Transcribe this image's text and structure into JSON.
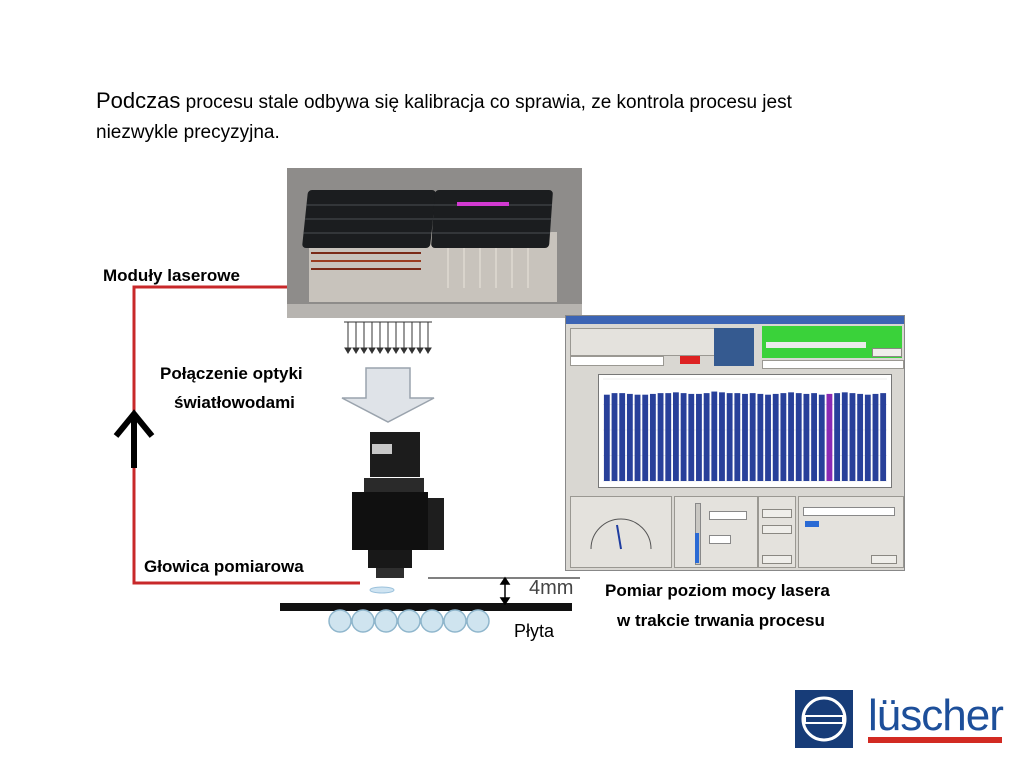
{
  "intro": {
    "lead": "Podczas",
    "rest": " procesu stale odbywa się kalibracja co sprawia, ze kontrola procesu jest niezwykle precyzyjna."
  },
  "labels": {
    "modules": "Moduły laserowe",
    "optics_line1": "Połączenie optyki",
    "optics_line2": "światłowodami",
    "head": "Głowica pomiarowa",
    "measure_line1": "Pomiar poziom mocy lasera",
    "measure_line2": "w trakcie trwania procesu",
    "distance": "4mm",
    "plate": "Płyta"
  },
  "colors": {
    "loop_line": "#c8282a",
    "plot_bar": "#28409a",
    "plot_bar_highlight": "#8a2ab4",
    "status_ok": "#3ad23a"
  },
  "chart_data": {
    "type": "bar",
    "title": "",
    "ylim": [
      0,
      1300
    ],
    "values": [
      1100,
      1120,
      1120,
      1110,
      1100,
      1100,
      1110,
      1120,
      1120,
      1130,
      1120,
      1110,
      1110,
      1120,
      1140,
      1130,
      1120,
      1120,
      1110,
      1120,
      1110,
      1100,
      1110,
      1120,
      1130,
      1120,
      1110,
      1120,
      1100,
      1110,
      1120,
      1130,
      1120,
      1110,
      1100,
      1110,
      1120
    ],
    "highlight_index": 29
  }
}
